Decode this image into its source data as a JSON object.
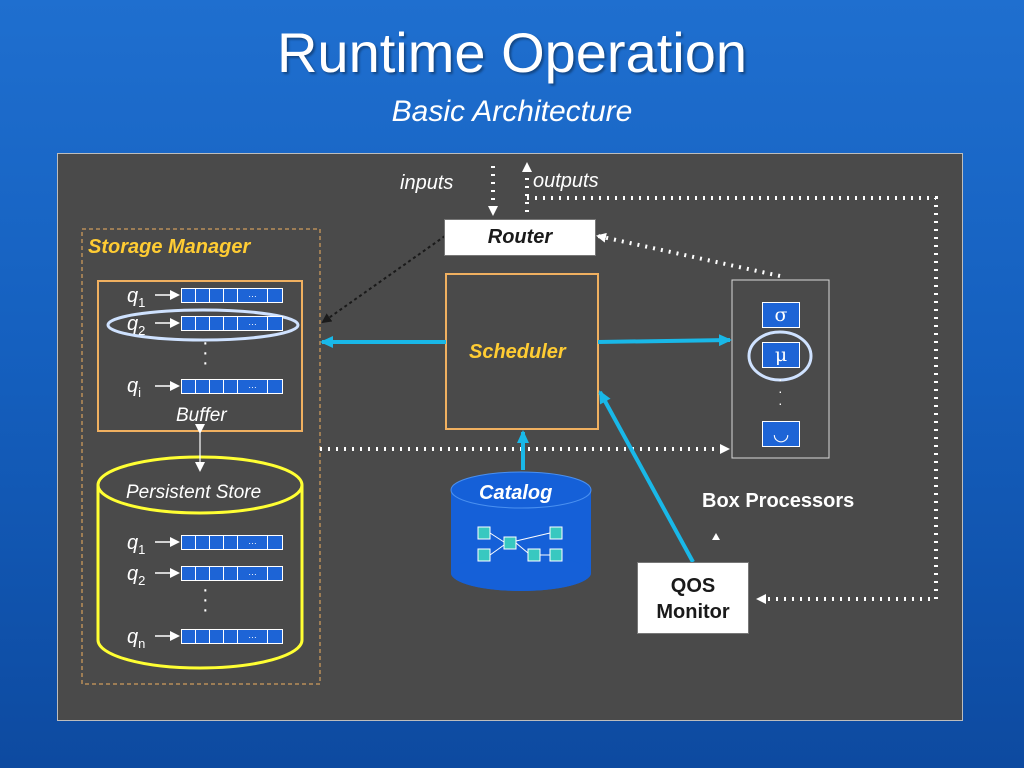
{
  "slide": {
    "title": "Runtime Operation",
    "subtitle": "Basic Architecture"
  },
  "diagram": {
    "inputs": "inputs",
    "outputs": "outputs",
    "router": "Router",
    "storage_manager": "Storage Manager",
    "scheduler": "Scheduler",
    "buffer": "Buffer",
    "persistent_store": "Persistent Store",
    "catalog": "Catalog",
    "box_processors": "Box Processors",
    "qos_monitor_line1": "QOS",
    "qos_monitor_line2": "Monitor",
    "buffer_queues": [
      {
        "name": "q",
        "sub": "1"
      },
      {
        "name": "q",
        "sub": "2"
      },
      {
        "name": "q",
        "sub": "i"
      }
    ],
    "store_queues": [
      {
        "name": "q",
        "sub": "1"
      },
      {
        "name": "q",
        "sub": "2"
      },
      {
        "name": "q",
        "sub": "n"
      }
    ],
    "queue_ellipsis": "…",
    "operators": [
      "σ",
      "μ",
      "◡"
    ],
    "vertical_dots": "·\n·\n·"
  },
  "colors": {
    "background": "#1560bf",
    "panel": "#4a4a4a",
    "storage_outline": "#f0b060",
    "persistent_store_outline": "#ffff33",
    "scheduler_outline": "#f0b060",
    "arrow_cyan": "#19b8e8",
    "queue_fill": "#1d64d6",
    "catalog_fill": "#1560d8",
    "label_gold": "#ffcc33"
  }
}
